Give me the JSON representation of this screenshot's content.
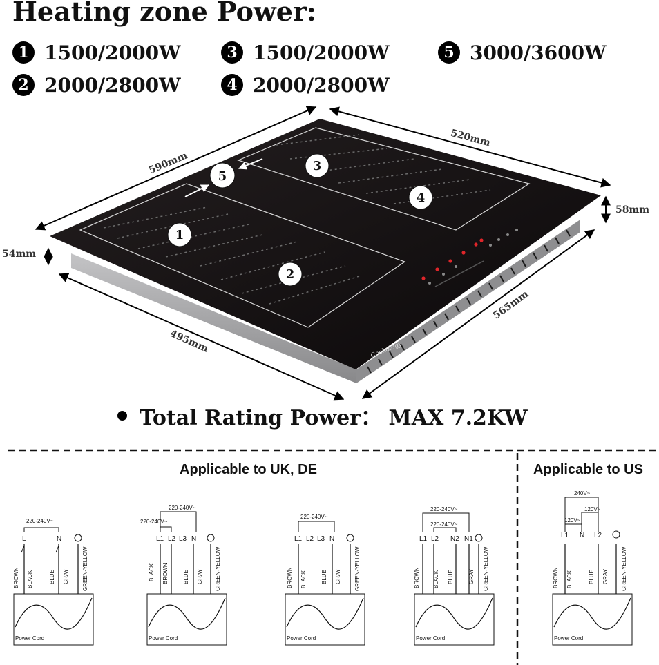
{
  "title": "Heating zone Power:",
  "zones": [
    {
      "num": "1",
      "power": "1500/2000W"
    },
    {
      "num": "2",
      "power": "2000/2800W"
    },
    {
      "num": "3",
      "power": "1500/2000W"
    },
    {
      "num": "4",
      "power": "2000/2800W"
    },
    {
      "num": "5",
      "power": "3000/3600W"
    }
  ],
  "dimensions": {
    "back_width": "590mm",
    "right_depth": "520mm",
    "front_width": "495mm",
    "bottom_depth": "565mm",
    "left_height": "54mm",
    "right_height": "58mm"
  },
  "brand": "Cookology",
  "total_rating": "Total Rating Power： MAX 7.2KW",
  "sections": {
    "uk_de_title": "Applicable to UK, DE",
    "us_title": "Applicable to US"
  },
  "wiring": {
    "power_cord_label": "Power Cord",
    "diagram1": {
      "voltage": "220-240V~",
      "terminals": [
        "L",
        "N"
      ],
      "wires": [
        "BROWN",
        "BLACK",
        "BLUE",
        "GRAY",
        "GREEN-YELLOW"
      ]
    },
    "diagram2": {
      "voltage_top": "220-240V~",
      "voltage_left": "220-240V~",
      "terminals": [
        "L1",
        "L2",
        "L3",
        "N"
      ],
      "wires": [
        "BLACK",
        "BROWN",
        "BLUE",
        "GRAY",
        "GREEN-YELLOW"
      ]
    },
    "diagram3": {
      "voltage": "220-240V~",
      "terminals": [
        "L1",
        "L2",
        "L3",
        "N"
      ],
      "wires": [
        "BROWN",
        "BLACK",
        "BLUE",
        "GRAY",
        "GREEN-YELLOW"
      ]
    },
    "diagram4": {
      "voltage_top": "220-240V~",
      "voltage_inner": "220-240V~",
      "terminals": [
        "L1",
        "L2",
        "N2",
        "N1"
      ],
      "wires": [
        "BROWN",
        "BLACK",
        "BLUE",
        "GRAY",
        "GREEN-YELLOW"
      ]
    },
    "diagram5": {
      "voltage_top": "240V~",
      "voltage_right": "120V~",
      "voltage_left": "120V~",
      "terminals": [
        "L1",
        "N",
        "L2"
      ],
      "wires": [
        "BROWN",
        "BLACK",
        "BLUE",
        "GRAY",
        "GREEN-YELLOW"
      ]
    }
  },
  "colors": {
    "glass": "#0f0b0c",
    "frame": "#9a9a9c",
    "control_red": "#e0252a"
  }
}
